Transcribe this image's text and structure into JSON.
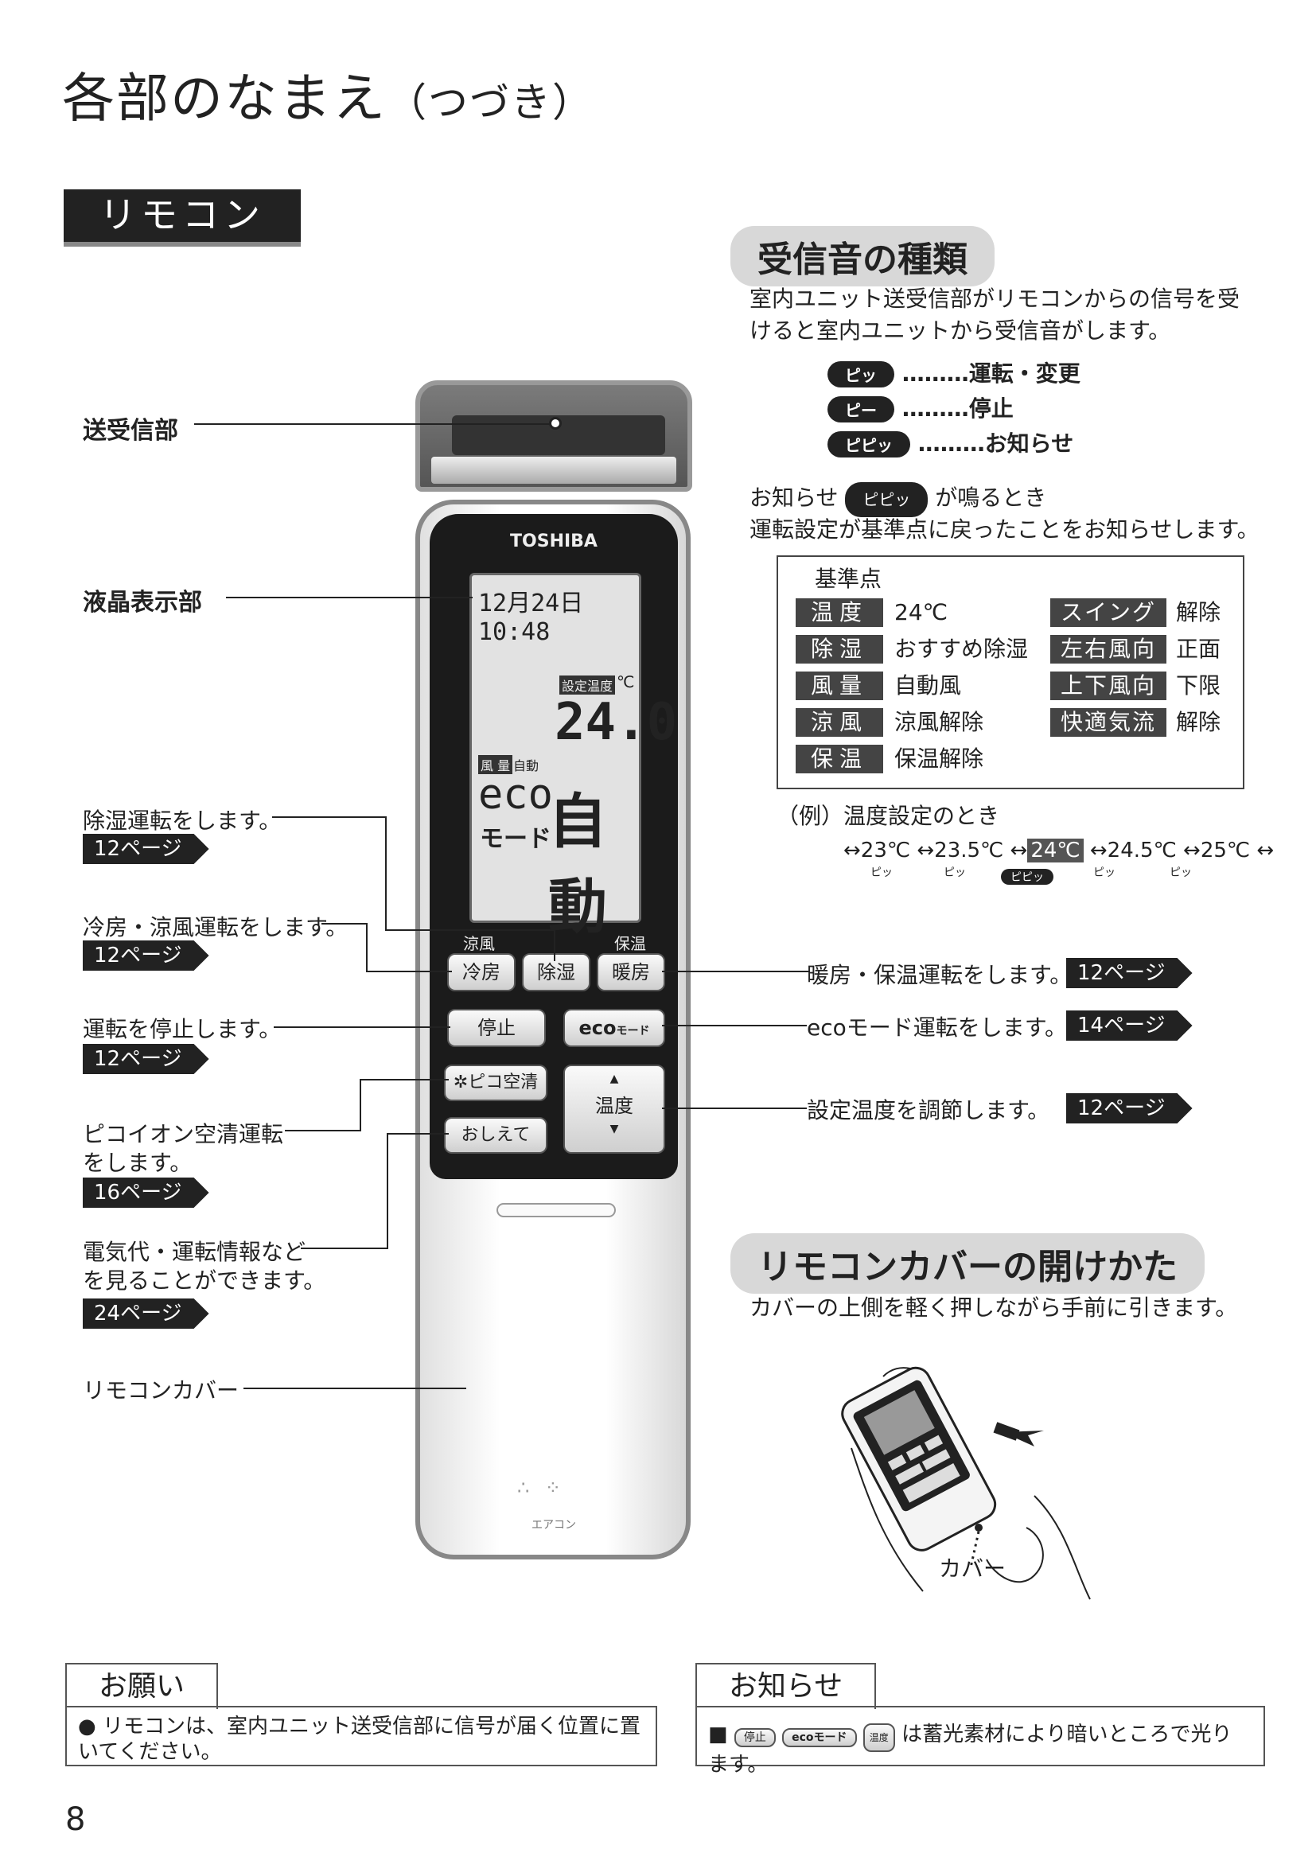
{
  "page": {
    "title": "各部のなまえ",
    "title_suffix": "（つづき）",
    "section": "リモコン",
    "page_number": "8"
  },
  "remote": {
    "brand": "TOSHIBA",
    "lcd_time": "12月24日 10:48",
    "lcd_set_temp_label": "設定温度",
    "lcd_unit": "℃",
    "lcd_temp": "24.0",
    "lcd_fan_label": "風 量",
    "lcd_fan_value": "自動",
    "lcd_eco": "eco",
    "lcd_mode_text": "モード",
    "lcd_auto": "自動",
    "label_ryofu": "涼風",
    "label_hoon": "保温",
    "btn_reibo": "冷房",
    "btn_joshitsu": "除湿",
    "btn_danbo": "暖房",
    "btn_stop": "停止",
    "btn_eco": "eco",
    "btn_eco_sub": "モード",
    "btn_pico": "ピコ空清",
    "btn_oshiete": "おしえて",
    "btn_temp": "温度",
    "cover_label": "エアコン"
  },
  "callouts": {
    "transceiver": "送受信部",
    "lcd": "液晶表示部",
    "dehumid": "除湿運転をします。",
    "dehumid_page": "12ページ",
    "cool": "冷房・涼風運転をします。",
    "cool_page": "12ページ",
    "stop": "運転を停止します。",
    "stop_page": "12ページ",
    "pico_line1": "ピコイオン空清運転",
    "pico_line2": "をします。",
    "pico_page": "16ページ",
    "info_line1": "電気代・運転情報など",
    "info_line2": "を見ることができます。",
    "info_page": "24ページ",
    "cover": "リモコンカバー",
    "heat": "暖房・保温運転をします。",
    "heat_page": "12ページ",
    "eco": "ecoモード運転をします。",
    "eco_page": "14ページ",
    "temp": "設定温度を調節します。",
    "temp_page": "12ページ"
  },
  "sounds": {
    "heading": "受信音の種類",
    "desc": "室内ユニット送受信部がリモコンからの信号を受けると室内ユニットから受信音がします。",
    "items": [
      {
        "sound": "ピッ",
        "meaning": "………運転・変更"
      },
      {
        "sound": "ピー",
        "meaning": "………停止"
      },
      {
        "sound": "ピピッ",
        "meaning": "………お知らせ"
      }
    ],
    "notice_prefix": "お知らせ",
    "notice_sound": "ピピッ",
    "notice_suffix": "が鳴るとき",
    "notice_line2": "運転設定が基準点に戻ったことをお知らせします。",
    "ref_title": "基準点",
    "ref_left": [
      {
        "key": "温度",
        "value": "24℃"
      },
      {
        "key": "除湿",
        "value": "おすすめ除湿"
      },
      {
        "key": "風量",
        "value": "自動風"
      },
      {
        "key": "涼風",
        "value": "涼風解除"
      },
      {
        "key": "保温",
        "value": "保温解除"
      }
    ],
    "ref_right": [
      {
        "key": "スイング",
        "value": "解除"
      },
      {
        "key": "左右風向",
        "value": "正面"
      },
      {
        "key": "上下風向",
        "value": "下限"
      },
      {
        "key": "快適気流",
        "value": "解除"
      }
    ],
    "example_label": "（例）温度設定のとき",
    "example_temps": [
      "23℃",
      "23.5℃",
      "24℃",
      "24.5℃",
      "25℃"
    ],
    "example_sounds": [
      "ピッ",
      "ピッ",
      "ピピッ",
      "ピッ",
      "ピッ"
    ]
  },
  "cover_section": {
    "heading": "リモコンカバーの開けかた",
    "desc": "カバーの上側を軽く押しながら手前に引きます。",
    "cover_label": "カバー"
  },
  "notes": {
    "request_label": "お願い",
    "request_text": "● リモコンは、室内ユニット送受信部に信号が届く位置に置いてください。",
    "info_label": "お知らせ",
    "info_btn1": "停止",
    "info_btn2": "ecoモード",
    "info_btn3": "温度",
    "info_text": "は蓄光素材により暗いところで光ります。"
  }
}
